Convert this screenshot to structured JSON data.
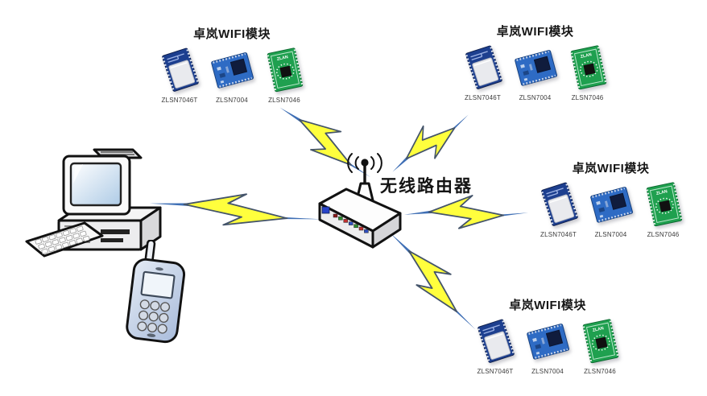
{
  "router": {
    "label": "无线路由器"
  },
  "module_groups": [
    {
      "id": "top-left",
      "title": "卓岚WIFI模块",
      "modules": [
        "ZLSN7046T",
        "ZLSN7004",
        "ZLSN7046"
      ]
    },
    {
      "id": "top-right",
      "title": "卓岚WIFI模块",
      "modules": [
        "ZLSN7046T",
        "ZLSN7004",
        "ZLSN7046"
      ]
    },
    {
      "id": "middle-right",
      "title": "卓岚WIFI模块",
      "modules": [
        "ZLSN7046T",
        "ZLSN7004",
        "ZLSN7046"
      ]
    },
    {
      "id": "bottom-right",
      "title": "卓岚WIFI模块",
      "modules": [
        "ZLSN7046T",
        "ZLSN7004",
        "ZLSN7046"
      ]
    }
  ],
  "icons": {
    "computer": "desktop-computer",
    "phone": "feature-phone",
    "router": "wireless-router-with-antenna",
    "link": "lightning-bolt-comm-link",
    "module_shielded": "wifi-module-shielded-blue",
    "module_pcb_blue": "wifi-module-pcb-blue",
    "module_pcb_green": "wifi-module-pcb-green"
  },
  "colors": {
    "background": "#ffffff",
    "bolt_fill": "#ffff3d",
    "bolt_outline": "#44546a",
    "link_line": "#3f6fb5",
    "board_navy": "#1d3f8f",
    "board_blue": "#2e6bc4",
    "board_green": "#1fa04f"
  }
}
